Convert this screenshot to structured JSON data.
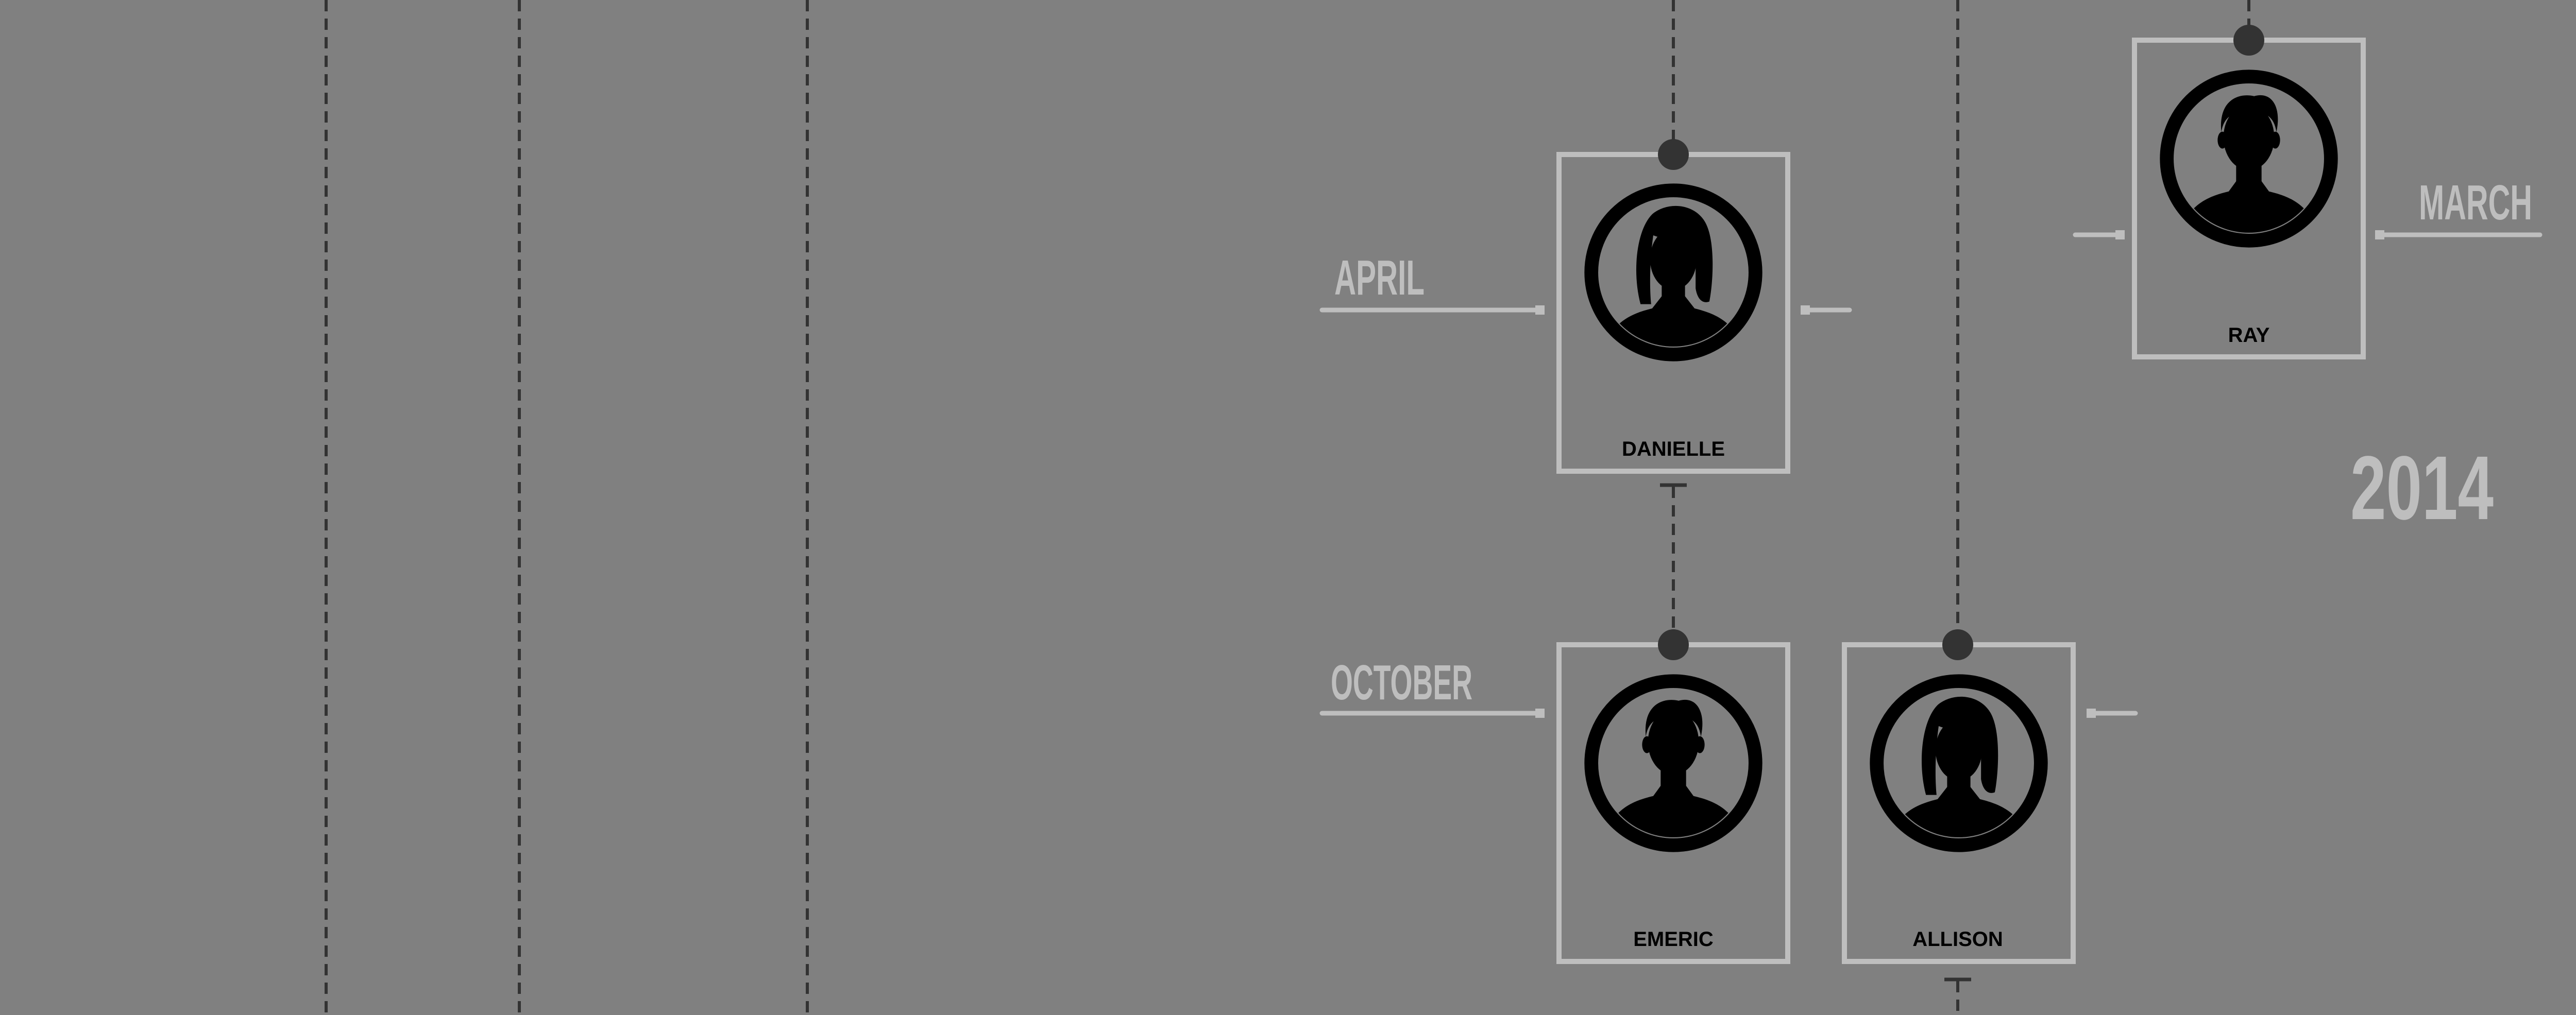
{
  "colors": {
    "background": "#808080",
    "frame": "#BEBEBE",
    "label": "#BEBEBE",
    "connector": "#333333",
    "avatar": "#000000"
  },
  "timeline": {
    "year": "2014",
    "months": {
      "march": "MARCH",
      "april": "APRIL",
      "october": "OCTOBER"
    }
  },
  "people": [
    {
      "name": "RAY",
      "avatar": "male-person-icon"
    },
    {
      "name": "DANIELLE",
      "avatar": "female-person-icon"
    },
    {
      "name": "EMERIC",
      "avatar": "male-person-icon"
    },
    {
      "name": "ALLISON",
      "avatar": "female-person-icon"
    }
  ]
}
